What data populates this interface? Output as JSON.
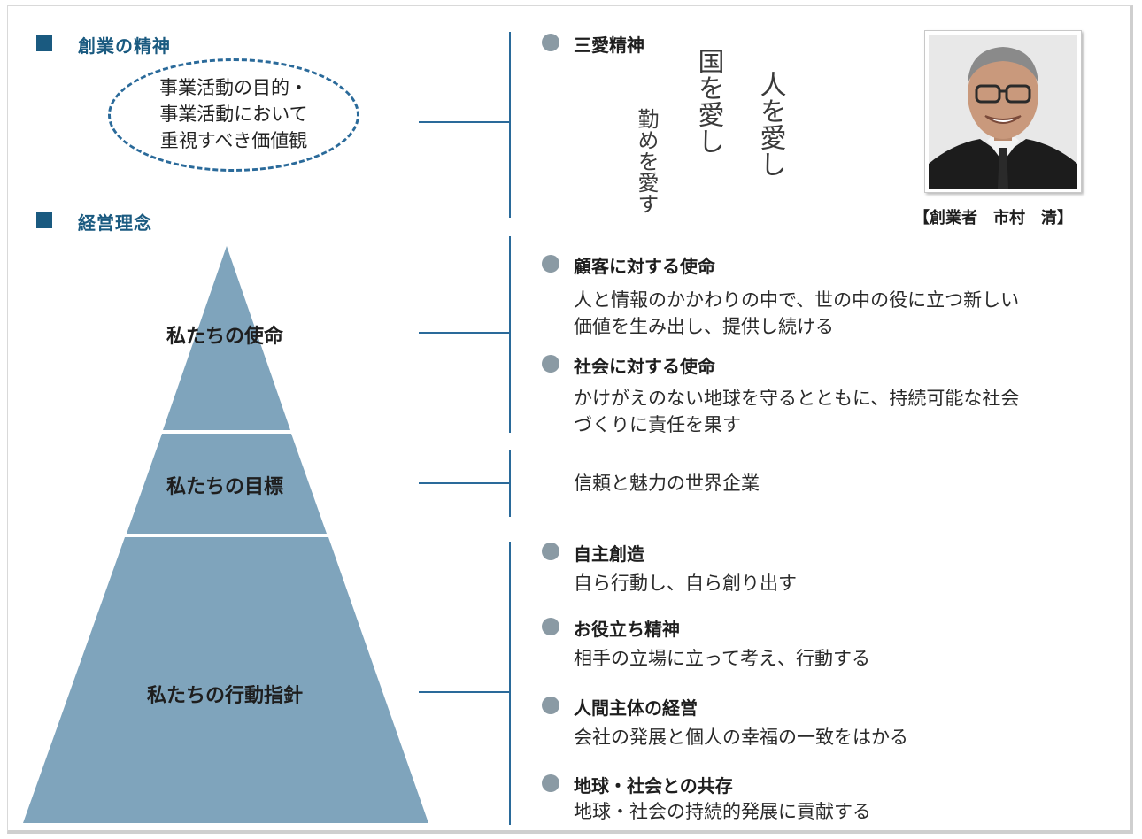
{
  "founding": {
    "title": "創業の精神",
    "ellipse_lines": [
      "事業活動の目的・",
      "事業活動において",
      "重視すべき価値観"
    ]
  },
  "philosophy": {
    "title": "経営理念"
  },
  "pyramid": {
    "color": "#7fa4bc",
    "levels": [
      {
        "label": "私たちの使命"
      },
      {
        "label": "私たちの目標"
      },
      {
        "label": "私たちの行動指針"
      }
    ]
  },
  "sanai": {
    "title": "三愛精神",
    "calligraphy": [
      "人を愛し",
      "国を愛し",
      "勤めを愛す"
    ]
  },
  "founder": {
    "caption": "【創業者　市村　清】"
  },
  "mission": [
    {
      "title": "顧客に対する使命",
      "desc": [
        "人と情報のかかわりの中で、世の中の役に立つ新しい",
        "価値を生み出し、提供し続ける"
      ]
    },
    {
      "title": "社会に対する使命",
      "desc": [
        "かけがえのない地球を守るとともに、持続可能な社会",
        "づくりに責任を果す"
      ]
    }
  ],
  "goal": {
    "text": "信頼と魅力の世界企業"
  },
  "action": [
    {
      "title": "自主創造",
      "desc": "自ら行動し、自ら創り出す"
    },
    {
      "title": "お役立ち精神",
      "desc": "相手の立場に立って考え、行動する"
    },
    {
      "title": "人間主体の経営",
      "desc": "会社の発展と個人の幸福の一致をはかる"
    },
    {
      "title": "地球・社会との共存",
      "desc": "地球・社会の持続的発展に貢献する"
    }
  ],
  "colors": {
    "accent": "#1a5a80",
    "line": "#2a6a9a",
    "bullet": "#8a9aa4"
  }
}
